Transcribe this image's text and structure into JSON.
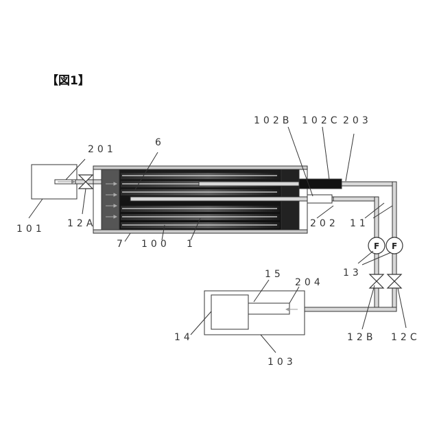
{
  "figure": {
    "title": "【図1】",
    "flow_meter_symbol": "F",
    "labels": {
      "l101": "101",
      "l201": "201",
      "l12A": "12A",
      "l6": "6",
      "l7": "7",
      "l100": "100",
      "l1": "1",
      "l102B": "102B",
      "l102C": "102C",
      "l203": "203",
      "l202": "202",
      "l11": "11",
      "l13": "13",
      "l12B": "12B",
      "l12C": "12C",
      "l15": "15",
      "l204": "204",
      "l14": "14",
      "l103": "103"
    }
  },
  "colors": {
    "line": "#333333",
    "cell_dark": "#111111",
    "pipe_fill": "#d9d9d9",
    "manifold": "#555555",
    "arrow": "#999999"
  }
}
